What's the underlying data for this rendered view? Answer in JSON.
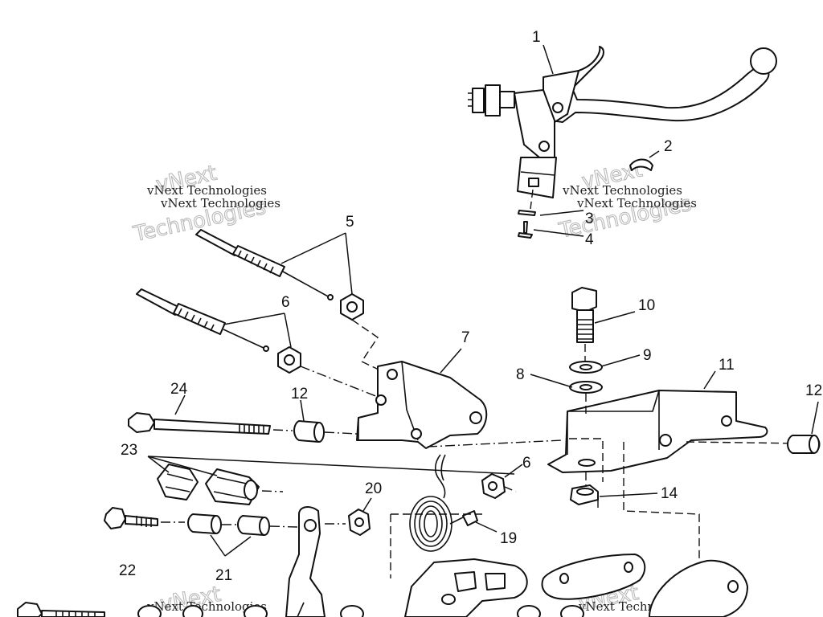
{
  "callouts": [
    {
      "id": "1",
      "text": "1"
    },
    {
      "id": "2",
      "text": "2"
    },
    {
      "id": "3",
      "text": "3"
    },
    {
      "id": "4",
      "text": "4"
    },
    {
      "id": "5",
      "text": "5"
    },
    {
      "id": "6a",
      "text": "6"
    },
    {
      "id": "6b",
      "text": "6"
    },
    {
      "id": "7",
      "text": "7"
    },
    {
      "id": "8",
      "text": "8"
    },
    {
      "id": "9",
      "text": "9"
    },
    {
      "id": "10",
      "text": "10"
    },
    {
      "id": "11",
      "text": "11"
    },
    {
      "id": "12a",
      "text": "12"
    },
    {
      "id": "12b",
      "text": "12"
    },
    {
      "id": "14",
      "text": "14"
    },
    {
      "id": "19",
      "text": "19"
    },
    {
      "id": "20",
      "text": "20"
    },
    {
      "id": "21",
      "text": "21"
    },
    {
      "id": "22",
      "text": "22"
    },
    {
      "id": "23",
      "text": "23"
    },
    {
      "id": "24",
      "text": "24"
    }
  ],
  "watermark": {
    "small": "vNext Technologies",
    "big": "Technologies",
    "mark": "vNext"
  }
}
